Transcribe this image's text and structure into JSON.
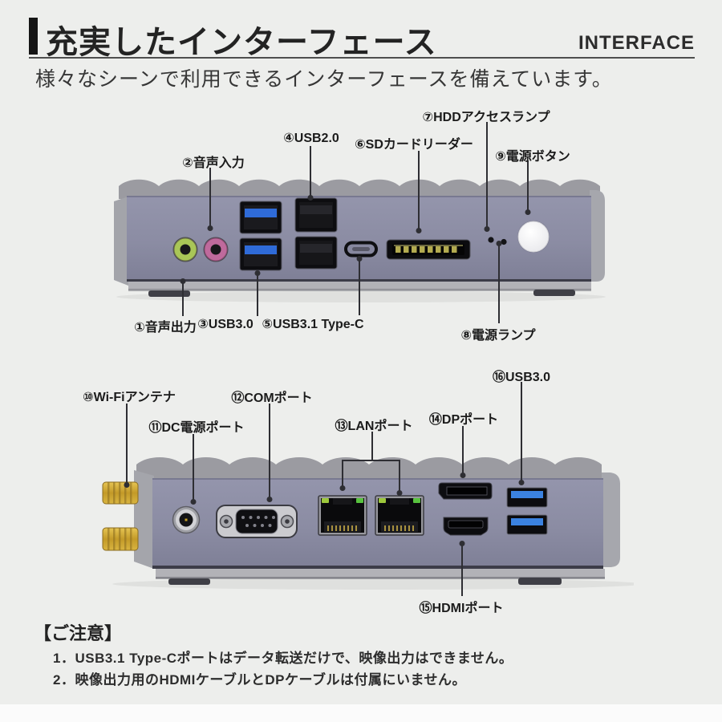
{
  "header": {
    "title": "充実したインターフェース",
    "title_en": "INTERFACE",
    "subtitle": "様々なシーンで利用できるインターフェースを備えています。"
  },
  "front_panel": {
    "labels": {
      "audio_out": "①音声出力",
      "audio_in": "②音声入力",
      "usb30": "③USB3.0",
      "usb20": "④USB2.0",
      "usb31_typec": "⑤USB3.1 Type-C",
      "sd_reader": "⑥SDカードリーダー",
      "hdd_lamp": "⑦HDDアクセスランプ",
      "power_lamp": "⑧電源ランプ",
      "power_button": "⑨電源ボタン"
    }
  },
  "rear_panel": {
    "labels": {
      "wifi_antenna": "⑩Wi-Fiアンテナ",
      "dc_power": "⑪DC電源ポート",
      "com_port": "⑫COMポート",
      "lan_port": "⑬LANポート",
      "dp_port": "⑭DPポート",
      "hdmi_port": "⑮HDMIポート",
      "usb30": "⑯USB3.0"
    }
  },
  "notes": {
    "heading": "【ご注意】",
    "items": [
      "1．USB3.1 Type-Cポートはデータ転送だけで、映像出力はできません。",
      "2．映像出力用のHDMIケーブルとDPケーブルは付属にいません。"
    ]
  },
  "colors": {
    "background": "#edeeec",
    "device_body": "#8d8ea6",
    "device_trim": "#9b9ba1",
    "audio_out_green": "#a9c657",
    "audio_in_pink": "#bf6a9c",
    "usb3_blue": "#2f6bd8",
    "antenna_gold": "#c9a227",
    "lan_led_green": "#76c63a",
    "text": "#1d1d1d"
  }
}
